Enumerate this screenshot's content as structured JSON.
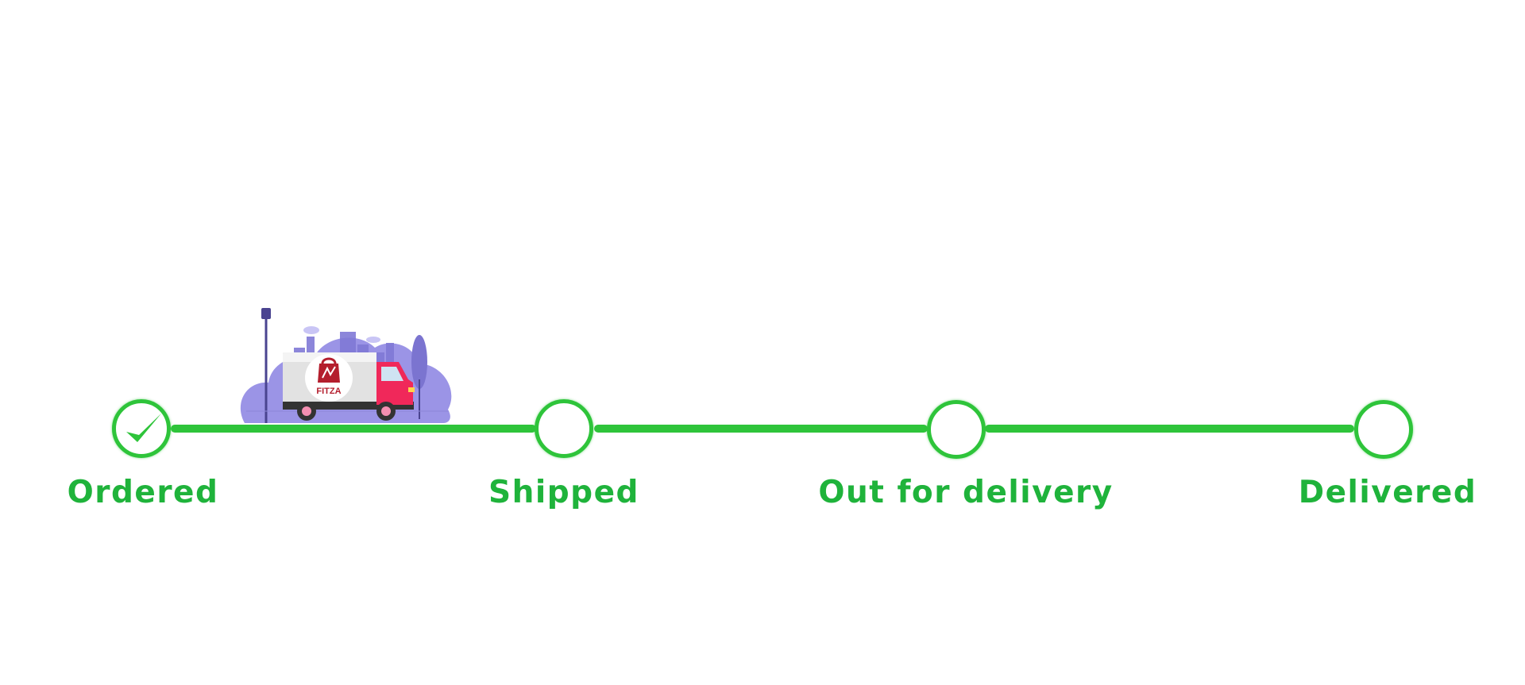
{
  "tracker": {
    "accent_color": "#2ec43a",
    "label_color": "#1fb33b",
    "current_step_index": 0,
    "steps": [
      {
        "label": "Ordered",
        "completed": true,
        "icon": "checkmark-icon"
      },
      {
        "label": "Shipped",
        "completed": false,
        "icon": ""
      },
      {
        "label": "Out for delivery",
        "completed": false,
        "icon": ""
      },
      {
        "label": "Delivered",
        "completed": false,
        "icon": ""
      }
    ]
  },
  "illustration": {
    "icon": "delivery-truck-icon",
    "brand_text": "FITZA",
    "cloud_color": "#9b94e6",
    "truck_cab_color": "#f0285a",
    "logo_color": "#b41e2d"
  }
}
